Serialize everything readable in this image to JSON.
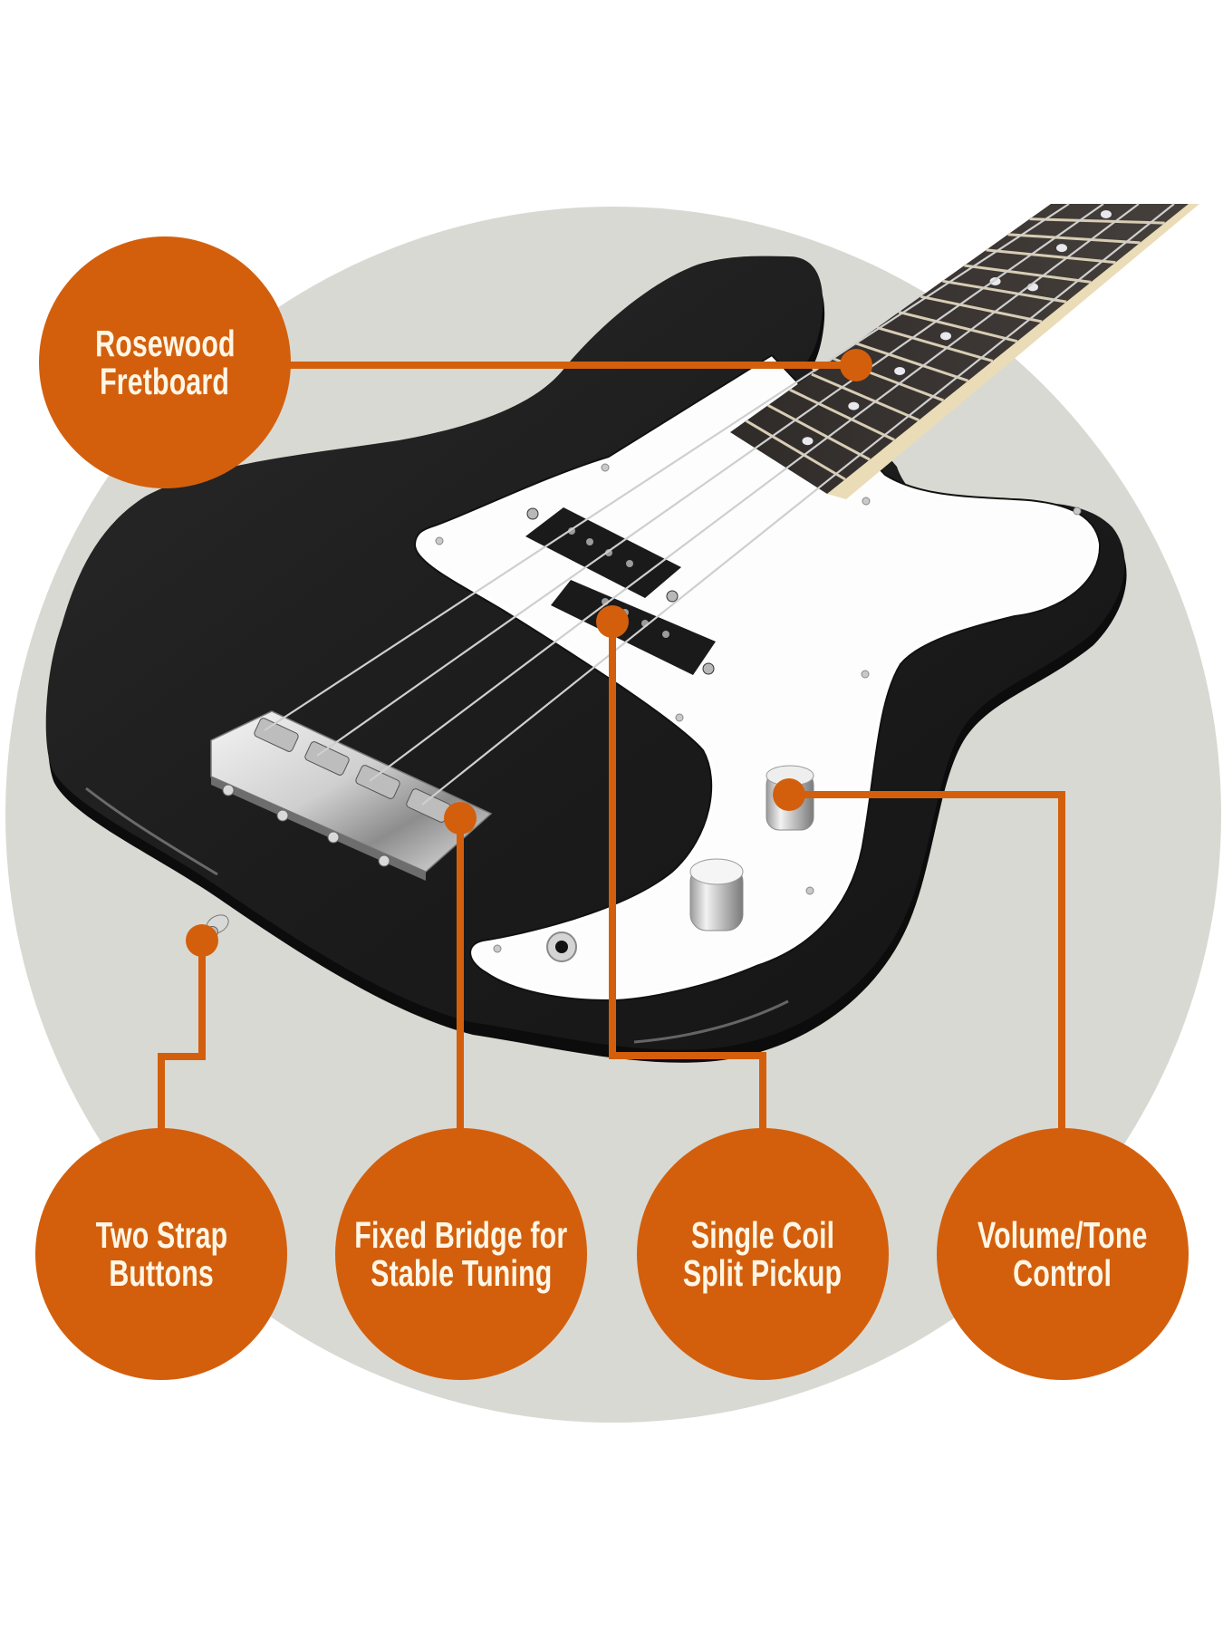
{
  "infographic": {
    "subject": "Electric bass guitar (black body, white pickguard)",
    "colors": {
      "accent": "#D35F0C",
      "backdrop_circle": "#D9D9D3",
      "label_text": "#FFF6E6",
      "body": "#1E1E1E",
      "pickguard": "#FFFFFF",
      "fretboard": "#3A3532"
    }
  },
  "callouts": [
    {
      "id": "rosewood-fretboard",
      "lines": [
        "Rosewood",
        "Fretboard"
      ]
    },
    {
      "id": "two-strap-buttons",
      "lines": [
        "Two Strap",
        "Buttons"
      ]
    },
    {
      "id": "fixed-bridge",
      "lines": [
        "Fixed Bridge for",
        "Stable Tuning"
      ]
    },
    {
      "id": "single-coil-split-pickup",
      "lines": [
        "Single Coil",
        "Split Pickup"
      ]
    },
    {
      "id": "volume-tone-control",
      "lines": [
        "Volume/Tone",
        "Control"
      ]
    }
  ]
}
